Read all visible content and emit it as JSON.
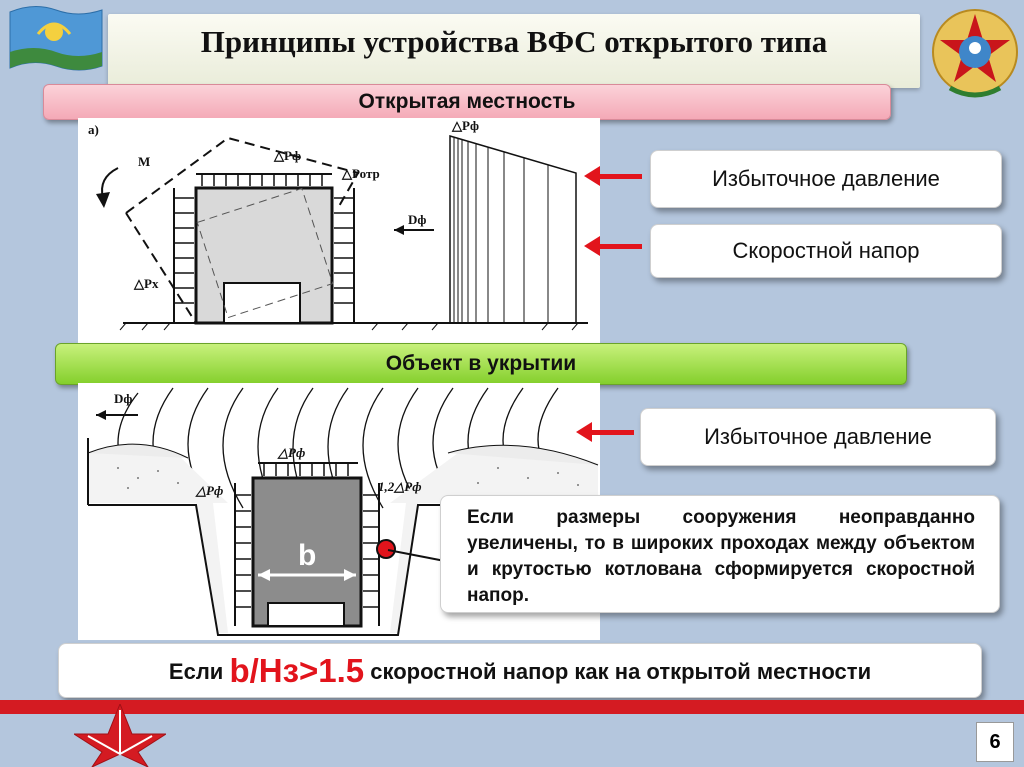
{
  "title": "Принципы устройства ВФС открытого типа",
  "band_open": "Открытая местность",
  "band_shelter": "Объект в укрытии",
  "cards": {
    "excess_pressure_1": "Избыточное давление",
    "dynamic_pressure": "Скоростной напор",
    "excess_pressure_2": "Избыточное давление"
  },
  "note": "Если размеры сооружения неоправданно увеличены, то в широких проходах между объектом и крутостью котлована сформируется скоростной напор.",
  "bottom": {
    "prefix": "Если ",
    "ratio": "b/Нз",
    "compare": ">1.5",
    "suffix": " скоростной напор как на открытой местности"
  },
  "diagram_top": {
    "label_a": "а)",
    "label_m": "М",
    "label_pf": "△Рф",
    "label_potr": "△Ротр",
    "label_px": "△Рх",
    "label_df": "Dф",
    "label_pf_right": "△Рф"
  },
  "diagram_bottom": {
    "label_df": "Dф",
    "label_pf_top": "△Рф",
    "label_pf_left": "△Рф",
    "label_12pf": "1,2△Рф",
    "label_b": "b"
  },
  "page_number": "6",
  "colors": {
    "accent_red": "#e2141c",
    "band_pink": "#f4a9b7",
    "band_green": "#84cf2c"
  }
}
